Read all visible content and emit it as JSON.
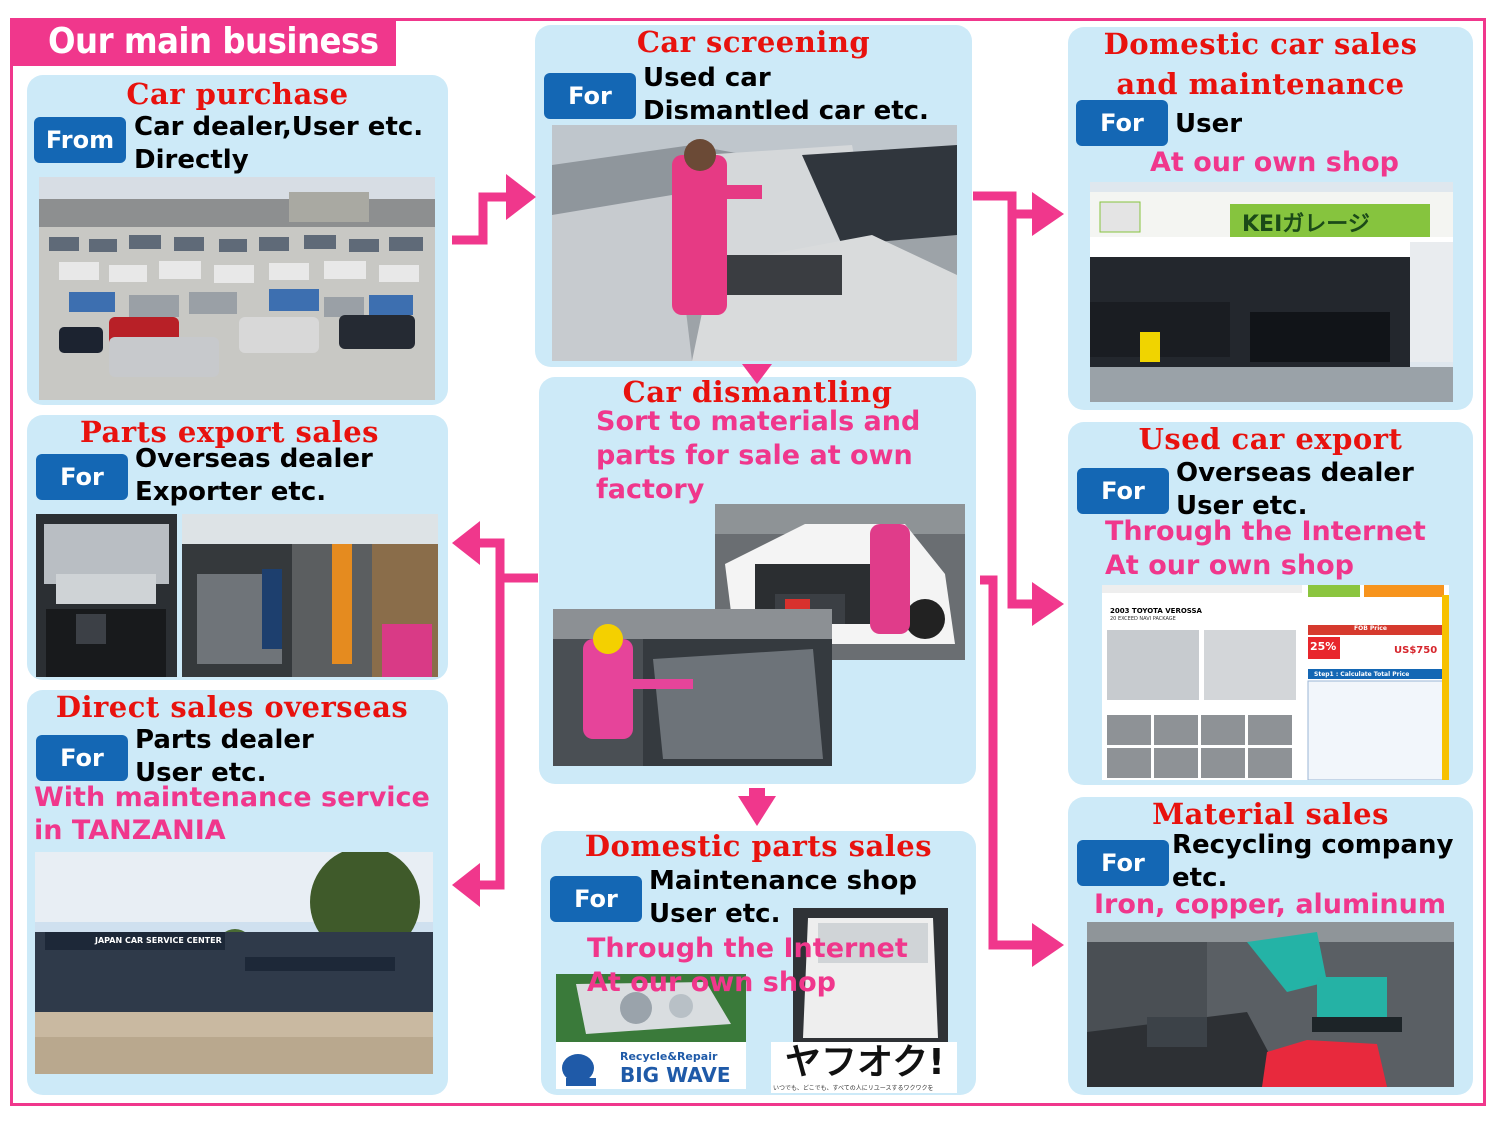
{
  "header": {
    "title": "Our main business"
  },
  "colors": {
    "pink": "#f0378c",
    "red_title": "#e8120e",
    "badge_blue": "#1467b4",
    "panel_bg": "#cdeaf8"
  },
  "panels": {
    "car_purchase": {
      "title": "Car purchase",
      "badge": "From",
      "lines": [
        "Car dealer,User etc.",
        "Directly"
      ]
    },
    "car_screening": {
      "title": "Car screening",
      "badge": "For",
      "lines": [
        "Used car",
        "Dismantled car etc."
      ]
    },
    "domestic_sales": {
      "title_lines": [
        "Domestic car sales",
        "and maintenance"
      ],
      "badge": "For",
      "lines": [
        "User"
      ],
      "note": "At our own shop",
      "shop_sign": "KEIガレージ"
    },
    "parts_export": {
      "title": "Parts export sales",
      "badge": "For",
      "lines": [
        "Overseas dealer",
        "Exporter etc."
      ]
    },
    "car_dismantling": {
      "title": "Car dismantling",
      "note_lines": [
        "Sort to materials and",
        "parts for sale at own",
        "factory"
      ]
    },
    "used_export": {
      "title": "Used car export",
      "badge": "For",
      "lines": [
        "Overseas dealer",
        "User etc."
      ],
      "note_lines": [
        "Through the Internet",
        "At our own shop"
      ],
      "web": {
        "car_name": "2003 TOYOTA VEROSSA",
        "grade": "20 EXCEED NAVI PACKAGE",
        "discount": "25%",
        "price": "US$750",
        "step": "Step1 : Calculate Total Price",
        "fob": "FOB Price"
      }
    },
    "direct_overseas": {
      "title": "Direct sales overseas",
      "badge": "For",
      "lines": [
        "Parts dealer",
        "User etc."
      ],
      "note_lines": [
        "With maintenance service",
        "in TANZANIA"
      ],
      "sign": "JAPAN CAR SERVICE CENTER"
    },
    "domestic_parts": {
      "title": "Domestic parts sales",
      "badge": "For",
      "lines": [
        "Maintenance shop",
        "User etc."
      ],
      "note_lines": [
        "Through the Internet",
        "At our own shop"
      ],
      "logo1_small": "Recycle&Repair",
      "logo1_big": "BIG WAVE",
      "logo2": "ヤフオク!",
      "logo2_sub": "いつでも、どこでも、すべての人にリユースするワクワクを"
    },
    "material_sales": {
      "title": "Material sales",
      "badge": "For",
      "lines": [
        "Recycling company",
        "etc."
      ],
      "note": "Iron, copper, aluminum"
    }
  }
}
